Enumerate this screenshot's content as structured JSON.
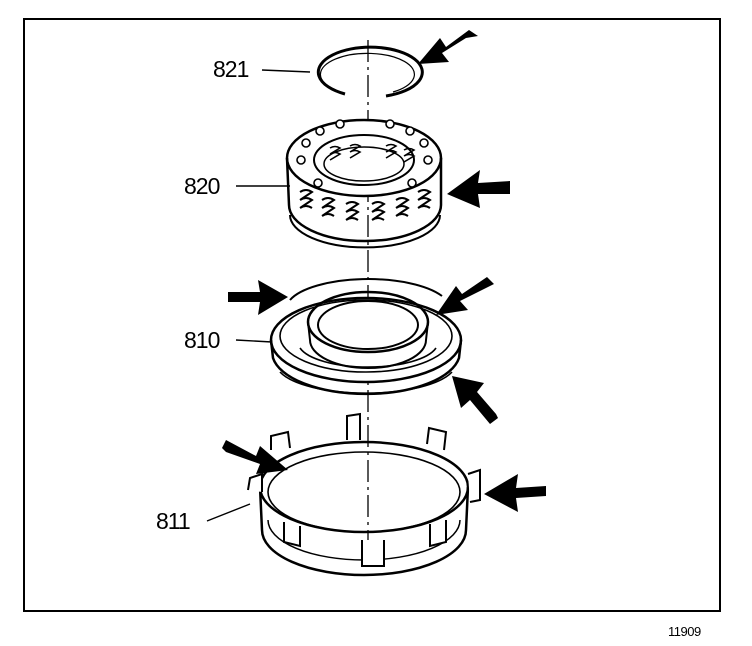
{
  "labels": {
    "snap_ring": "821",
    "spring_assembly": "820",
    "piston": "810",
    "housing": "811"
  },
  "figure_number": "11909",
  "icons": [
    "arrow-pointer-icon"
  ],
  "colors": {
    "line": "#000000",
    "background": "#ffffff"
  }
}
